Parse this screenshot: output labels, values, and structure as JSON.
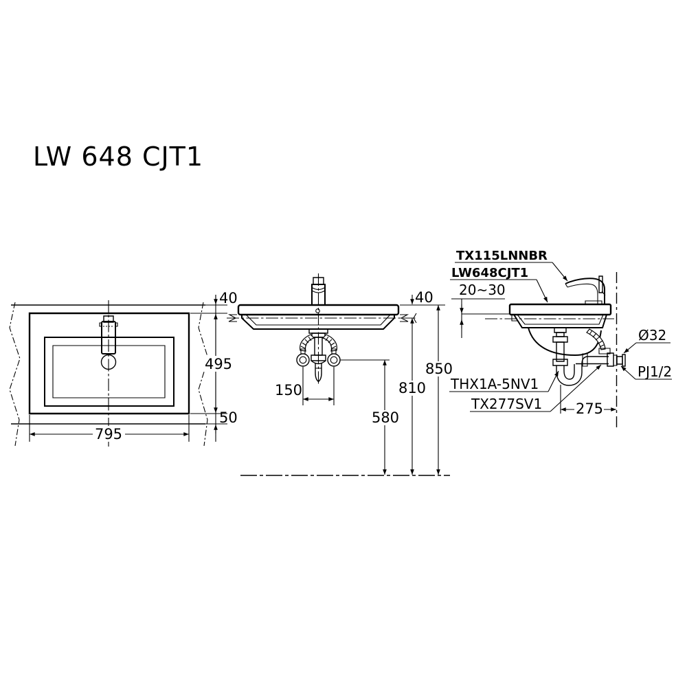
{
  "title": "LW 648 CJT1",
  "plan_view": {
    "dim_top": "40",
    "dim_depth": "495",
    "dim_bottom": "50",
    "dim_width": "795"
  },
  "front_view": {
    "dim_rim_to_rail": "40",
    "dim_drain_spacing": "150",
    "dim_valve_height": "580",
    "dim_rail_height": "810",
    "dim_rim_height": "850"
  },
  "side_view": {
    "faucet_model": "TX115LNNBR",
    "lavatory_model": "LW648CJT1",
    "dim_adjust_range": "20~30",
    "drain_diameter": "Ø32",
    "supply_thread": "PJ1/2",
    "stop_valve_model": "THX1A-5NV1",
    "trap_model": "TX277SV1",
    "dim_wall_offset": "275"
  },
  "colors": {
    "line": "#000000",
    "background": "#ffffff"
  }
}
